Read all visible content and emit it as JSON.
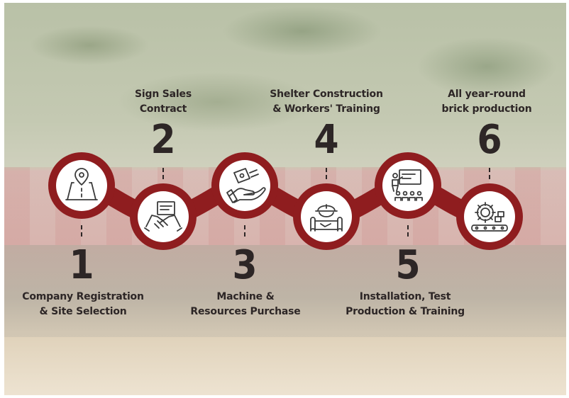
{
  "colors": {
    "ring": "#8f1d1f",
    "circle_fill": "#ffffff",
    "icon": "#3b3b3b",
    "text": "#2d2626"
  },
  "steps": [
    {
      "number": "1",
      "line1": "Company Registration",
      "line2": "& Site Selection",
      "icon": "map-pin-road-icon"
    },
    {
      "number": "2",
      "line1": "Sign Sales",
      "line2": "Contract",
      "icon": "handshake-contract-icon"
    },
    {
      "number": "3",
      "line1": "Machine &",
      "line2": "Resources Purchase",
      "icon": "hand-money-icon"
    },
    {
      "number": "4",
      "line1": "Shelter Construction",
      "line2": "& Workers' Training",
      "icon": "worker-helmet-blueprint-icon"
    },
    {
      "number": "5",
      "line1": "Installation, Test",
      "line2": "Production & Training",
      "icon": "presentation-audience-icon"
    },
    {
      "number": "6",
      "line1": "All year-round",
      "line2": "brick production",
      "icon": "gear-conveyor-icon"
    }
  ]
}
